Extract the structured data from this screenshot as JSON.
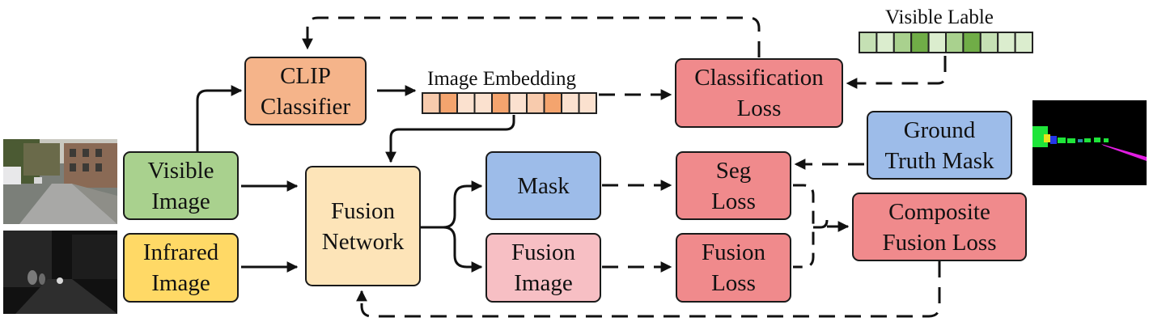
{
  "nodes": {
    "clip_classifier": {
      "label": "CLIP\nClassifier",
      "color": "#f5b48a"
    },
    "visible_image": {
      "label": "Visible\nImage",
      "color": "#a9d18e"
    },
    "infrared_image": {
      "label": "Infrared\nImage",
      "color": "#ffd966"
    },
    "fusion_network": {
      "label": "Fusion\nNetwork",
      "color": "#fde4b8"
    },
    "mask": {
      "label": "Mask",
      "color": "#9dbce9"
    },
    "fusion_image": {
      "label": "Fusion\nImage",
      "color": "#f7bfc4"
    },
    "classification_loss": {
      "label": "Classification\nLoss",
      "color": "#f08a8c"
    },
    "seg_loss": {
      "label": "Seg\nLoss",
      "color": "#f08a8c"
    },
    "fusion_loss": {
      "label": "Fusion\nLoss",
      "color": "#f08a8c"
    },
    "ground_truth_mask": {
      "label": "Ground\nTruth Mask",
      "color": "#9dbce9"
    },
    "composite_fusion_loss": {
      "label": "Composite\nFusion Loss",
      "color": "#f08a8c"
    }
  },
  "image_embedding": {
    "label": "Image Embedding",
    "cell_colors": [
      "#f8cbad",
      "#f4a46e",
      "#fbe1cf",
      "#fbe1cf",
      "#f4a46e",
      "#fbe1cf",
      "#f8cbad",
      "#f4a46e",
      "#fbe1cf",
      "#fbe1cf"
    ]
  },
  "visible_label": {
    "label": "Visible Lable",
    "cell_colors": [
      "#c5e0b4",
      "#dbedce",
      "#a9d18e",
      "#70ad47",
      "#dbedce",
      "#a9d18e",
      "#70ad47",
      "#c5e0b4",
      "#dbedce",
      "#dbedce"
    ]
  }
}
